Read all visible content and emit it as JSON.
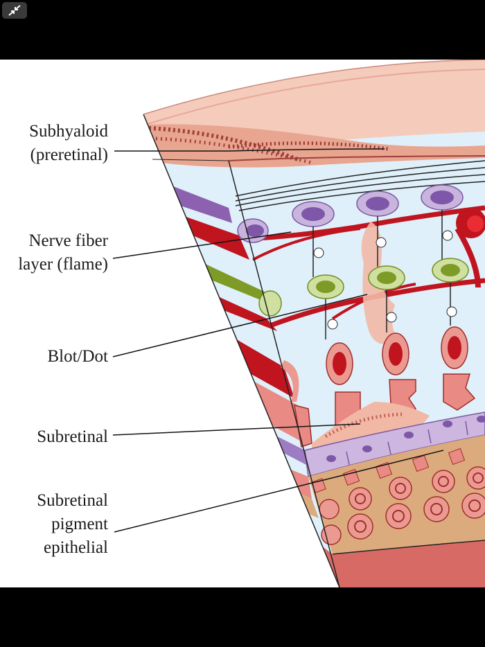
{
  "toolbar": {
    "exit_fullscreen_icon": "collapse-arrows-icon"
  },
  "labels": {
    "subhyaloid_line1": "Subhyaloid",
    "subhyaloid_line2": "(preretinal)",
    "nerve_line1": "Nerve fiber",
    "nerve_line2": "layer (flame)",
    "blot": "Blot/Dot",
    "subretinal": "Subretinal",
    "rpe_line1": "Subretinal",
    "rpe_line2": "pigment",
    "rpe_line3": "epithelial"
  },
  "colors": {
    "hemorrhage": "#c0141e",
    "vitreous": "#f6cfc0",
    "retina_bg": "#dff0fa",
    "photoreceptor": "#e98a84",
    "rpe": "#cdb6df",
    "choroid": "#dcab7d",
    "sclera": "#d86a66"
  }
}
